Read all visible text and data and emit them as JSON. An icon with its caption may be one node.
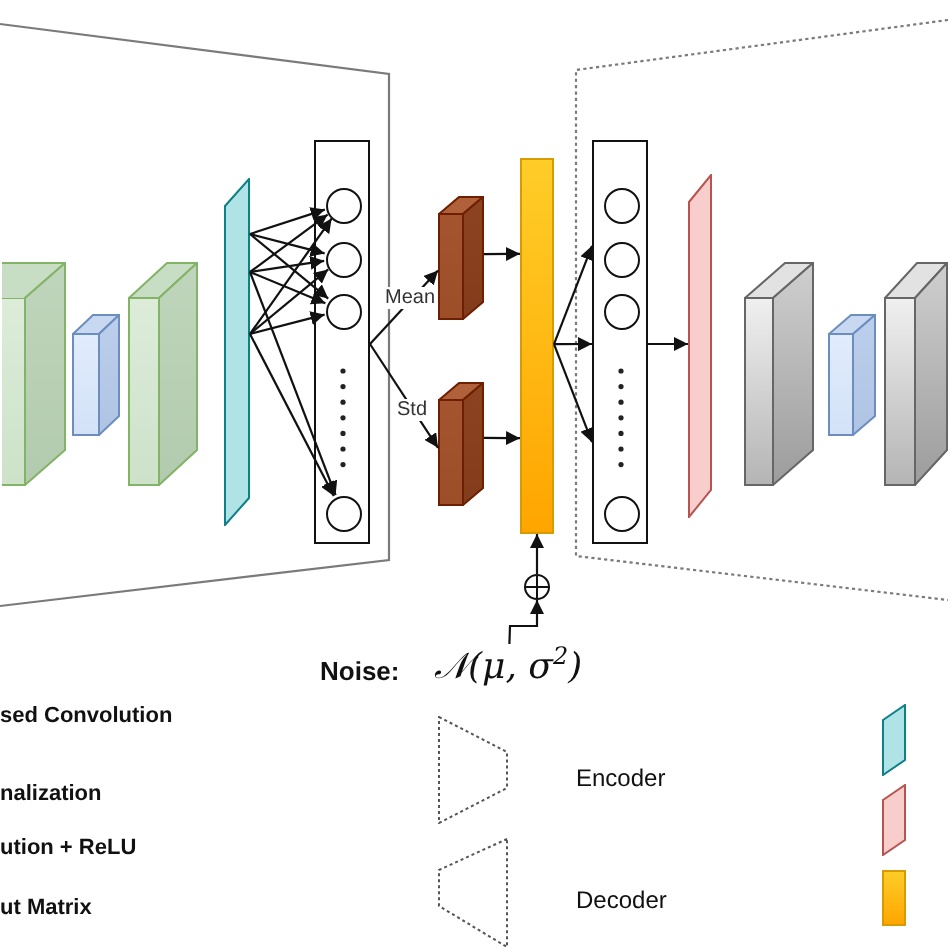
{
  "diagram": {
    "nodes": [
      {
        "text": [],
        "shape": "trapezoid"
      },
      {
        "text": [],
        "shape": "cuboid",
        "in": 0
      },
      {
        "text": [],
        "shape": "cuboid",
        "in": 0
      },
      {
        "text": [],
        "shape": "cuboid",
        "in": 0
      },
      {
        "text": [],
        "shape": "parallelogram",
        "in": 0
      },
      {
        "text": [],
        "shape": "box",
        "in": 0
      },
      {
        "text": [],
        "shape": "circle",
        "in": 5
      },
      {
        "text": [],
        "shape": "circle",
        "in": 5
      },
      {
        "text": [],
        "shape": "circle",
        "in": 5
      },
      {
        "text": [],
        "shape": "circle",
        "in": 5
      },
      {
        "text": [],
        "shape": "cuboid"
      },
      {
        "text": [],
        "shape": "cuboid"
      },
      {
        "text": [],
        "shape": "bar"
      },
      {
        "text": [],
        "shape": "trapezoid"
      },
      {
        "text": [],
        "shape": "box",
        "in": 13
      },
      {
        "text": [],
        "shape": "circle",
        "in": 14
      },
      {
        "text": [],
        "shape": "circle",
        "in": 14
      },
      {
        "text": [],
        "shape": "circle",
        "in": 14
      },
      {
        "text": [],
        "shape": "circle",
        "in": 14
      },
      {
        "text": [],
        "shape": "parallelogram",
        "in": 13
      },
      {
        "text": [],
        "shape": "cuboid",
        "in": 13
      },
      {
        "text": [],
        "shape": "cuboid",
        "in": 13
      },
      {
        "text": [],
        "shape": "cuboid",
        "in": 13
      },
      {
        "text": [],
        "shape": "circle"
      },
      {
        "text": [
          "𝒩(μ, σ$^{2}$)"
        ]
      }
    ],
    "edges": [
      {
        "from": 4,
        "to": 6,
        "arrow": "to"
      },
      {
        "from": 4,
        "to": 7,
        "arrow": "to"
      },
      {
        "from": 4,
        "to": 8,
        "arrow": "to"
      },
      {
        "from": 4,
        "to": 6,
        "arrow": "to"
      },
      {
        "from": 4,
        "to": 7,
        "arrow": "to"
      },
      {
        "from": 4,
        "to": 8,
        "arrow": "to"
      },
      {
        "from": 4,
        "to": 9,
        "arrow": "to"
      },
      {
        "from": 4,
        "to": 6,
        "arrow": "to"
      },
      {
        "from": 4,
        "to": 7,
        "arrow": "to"
      },
      {
        "from": 4,
        "to": 8,
        "arrow": "to"
      },
      {
        "from": 4,
        "to": 9,
        "arrow": "to"
      },
      {
        "from": 5,
        "to": 10,
        "arrow": "to",
        "label": "Mean"
      },
      {
        "from": 5,
        "to": 11,
        "arrow": "to",
        "label": "Std"
      },
      {
        "from": 10,
        "to": 12,
        "arrow": "to"
      },
      {
        "from": 11,
        "to": 12,
        "arrow": "to"
      },
      {
        "from": 12,
        "to": 14,
        "arrow": "to"
      },
      {
        "from": 12,
        "to": 14,
        "arrow": "to"
      },
      {
        "from": 12,
        "to": 14,
        "arrow": "to"
      },
      {
        "from": 14,
        "to": 19,
        "arrow": "to"
      },
      {
        "from": 24,
        "to": 23,
        "arrow": "to"
      },
      {
        "from": 23,
        "to": 12,
        "arrow": "to"
      }
    ],
    "labels": [
      "Noise:",
      "sed Convolution",
      "nalization",
      "ution + ReLU",
      "ut Matrix"
    ],
    "legend": [
      {
        "text": "Encoder"
      },
      {
        "text": "Decoder"
      }
    ]
  }
}
